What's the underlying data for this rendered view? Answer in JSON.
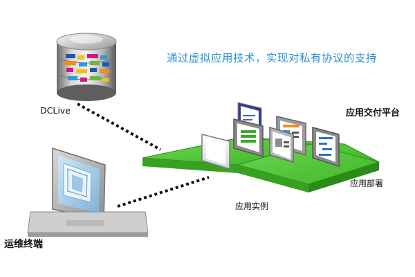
{
  "headline": "通过虚拟应用技术，实现对私有协议的支持",
  "labels": {
    "database": "DCLive",
    "platform": "应用交付平台",
    "deployment": "应用部署",
    "instance": "应用实例",
    "terminal": "运维终端"
  },
  "icons": {
    "database": "database-cylinder-icon",
    "terminal": "laptop-terminal-icon",
    "app_windows": "app-window-icon"
  },
  "colors": {
    "headline": "#2f8fd0",
    "platform_green": "#47c62e",
    "connector": "#111111",
    "label_text": "#111111"
  }
}
